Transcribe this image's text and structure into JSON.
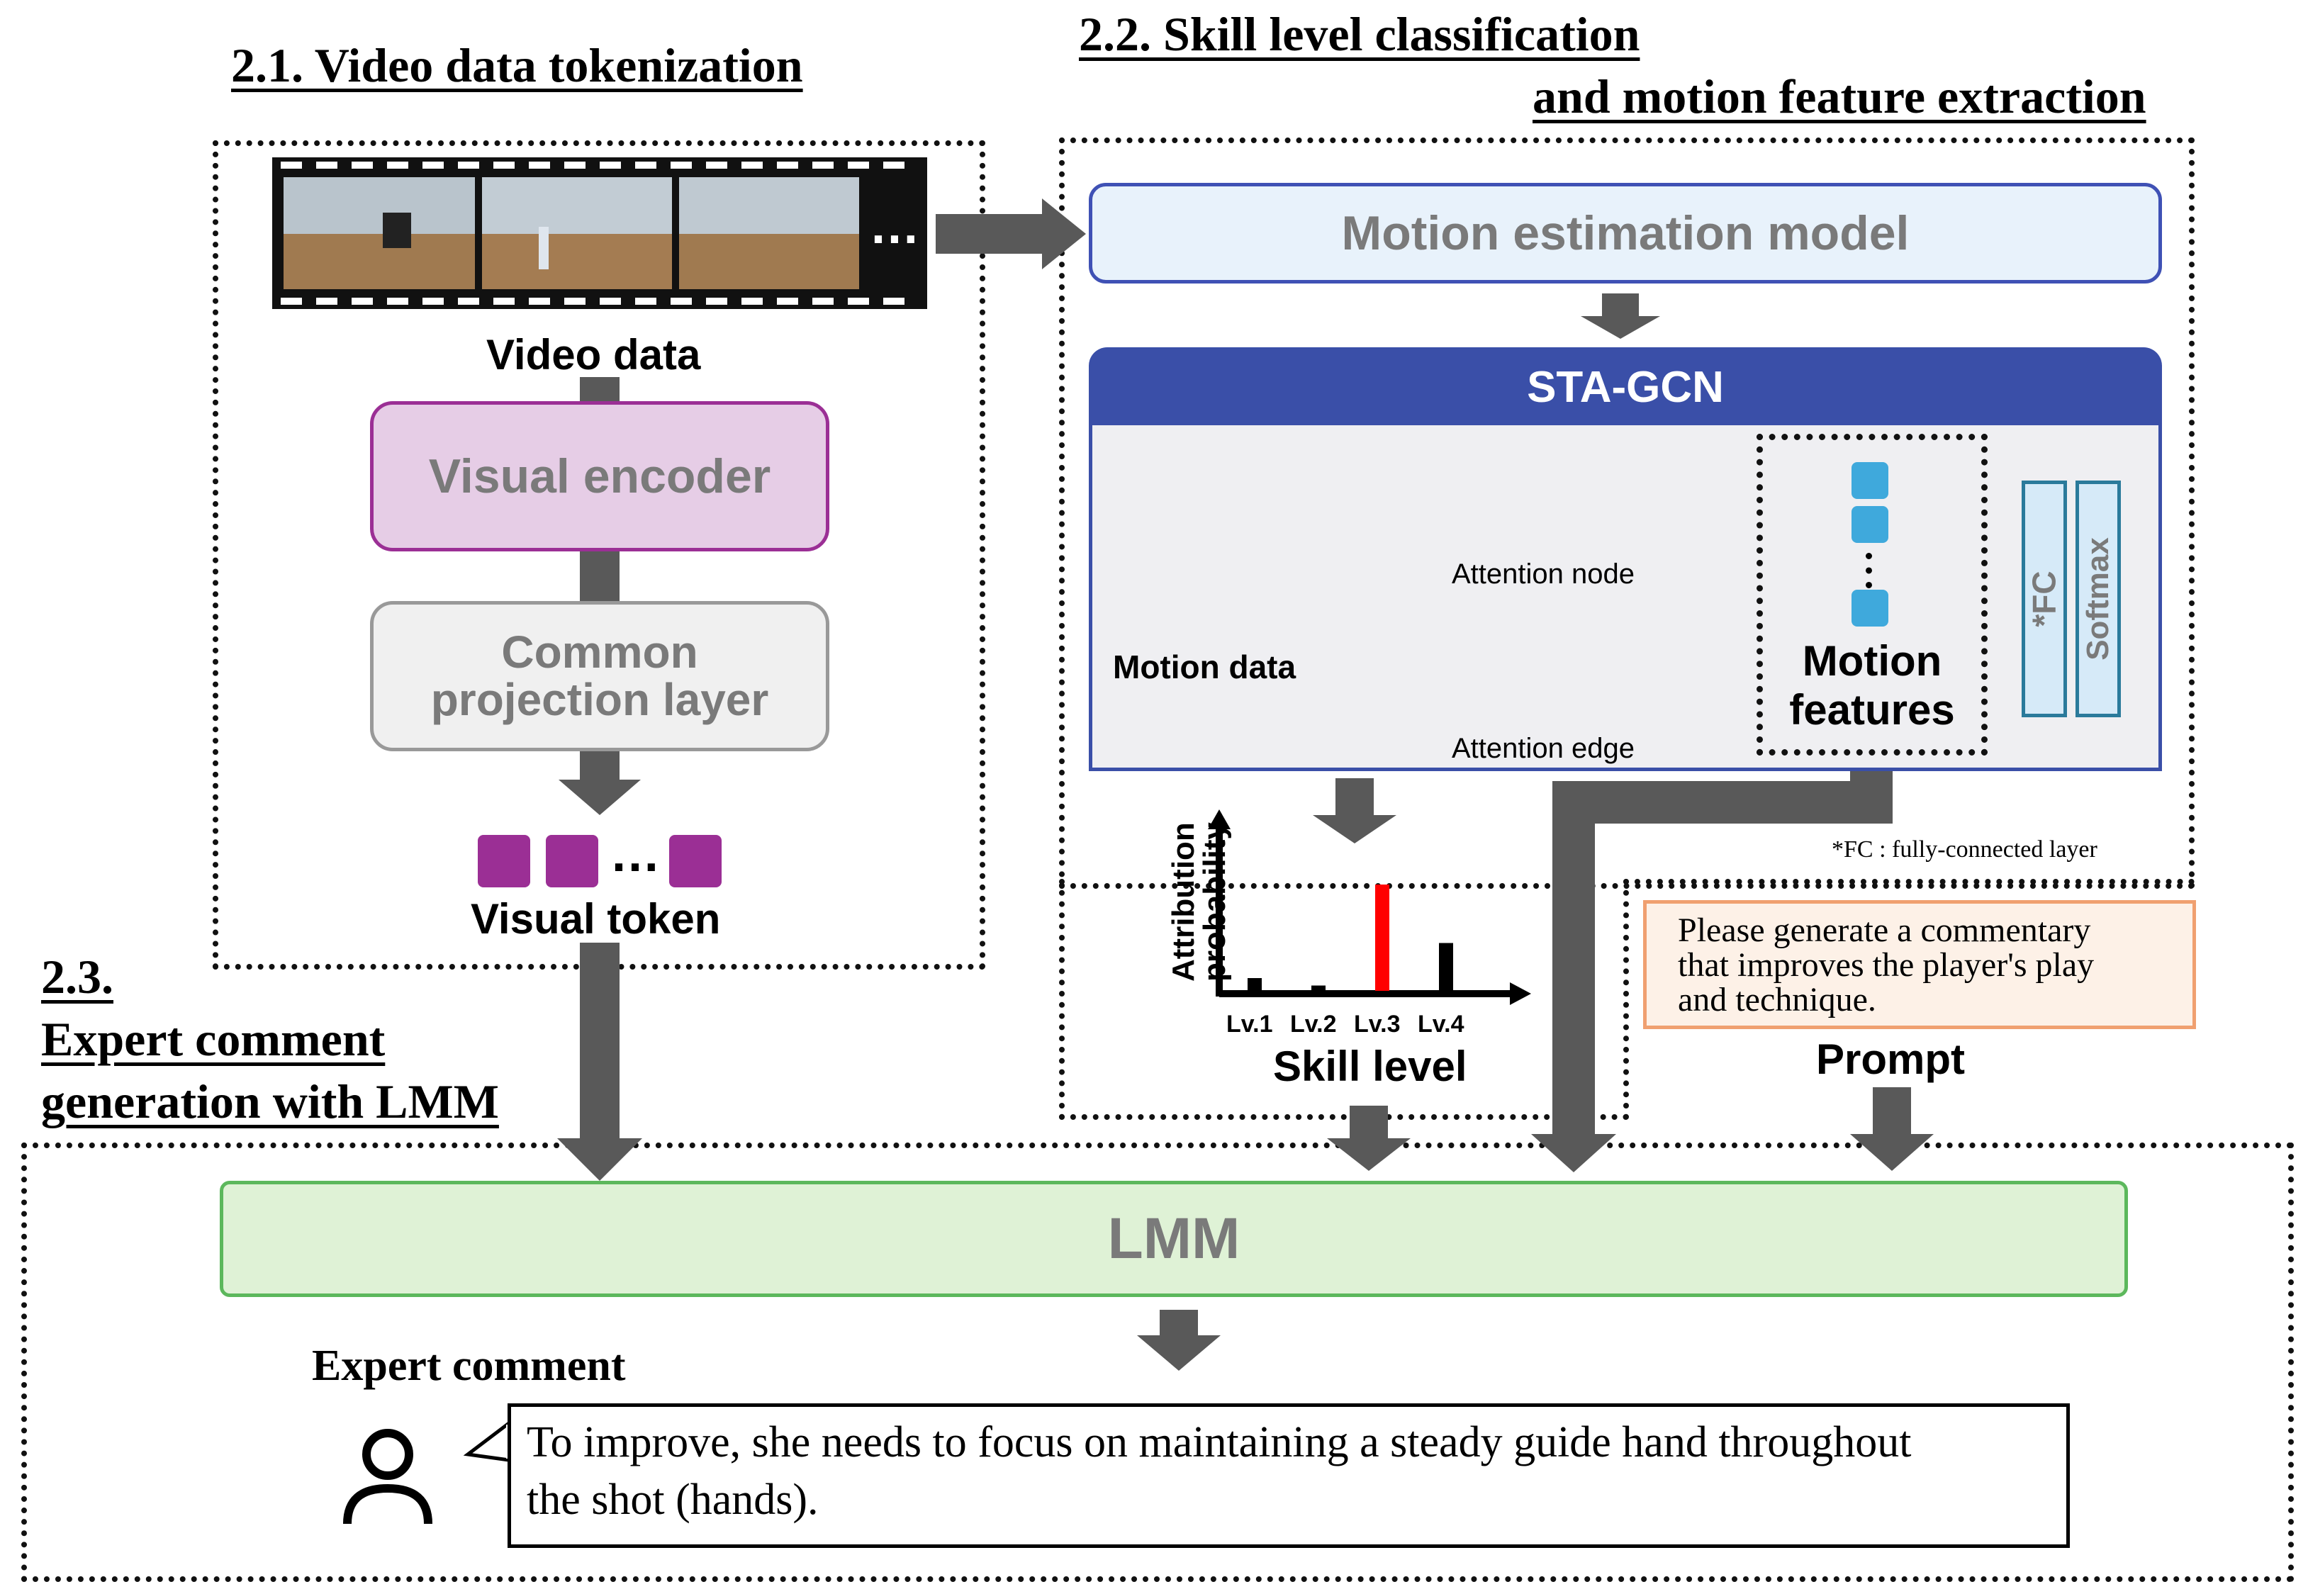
{
  "sections": {
    "s21": "2.1. Video data tokenization",
    "s22_line1": "2.2. Skill level classification",
    "s22_line2": "and motion feature extraction",
    "s23_line1": "2.3.",
    "s23_line2": "Expert comment",
    "s23_line3": "generation with LMM"
  },
  "tokenization": {
    "video_label": "Video data",
    "ellipsis": "…",
    "visual_encoder": "Visual encoder",
    "projection_line1": "Common",
    "projection_line2": "projection layer",
    "token_ellipsis": "…",
    "visual_token_label": "Visual token"
  },
  "classification": {
    "motion_estimation": "Motion estimation model",
    "stagcn_title": "STA-GCN",
    "motion_data": "Motion data",
    "attention_node": "Attention node",
    "attention_edge": "Attention edge",
    "motion_features_line1": "Motion",
    "motion_features_line2": "features",
    "fc_label": "*FC",
    "softmax_label": "Softmax",
    "fc_note": "*FC : fully-connected layer"
  },
  "chart_data": {
    "type": "bar",
    "ylabel_line1": "Attribution",
    "ylabel_line2": "probability",
    "xlabel": "Skill level",
    "categories": [
      "Lv.1",
      "Lv.2",
      "Lv.3",
      "Lv.4"
    ],
    "values": [
      0.12,
      0.05,
      1.0,
      0.45
    ],
    "highlight_index": 2,
    "colors": {
      "bar": "#000000",
      "highlight": "#ff0000"
    }
  },
  "prompt": {
    "text_line1": "Please generate a commentary",
    "text_line2": "that improves the player's play",
    "text_line3": "and technique.",
    "label": "Prompt"
  },
  "generation": {
    "lmm": "LMM",
    "expert_comment_label": "Expert comment",
    "comment_line1": "To improve, she needs to focus on maintaining a steady guide hand throughout",
    "comment_line2": "the shot (hands)."
  },
  "colors": {
    "arrow": "#595959",
    "visual_encoder_fill": "#e6cde6",
    "visual_encoder_border": "#9b2f95",
    "motion_est_fill": "#e8f2fb",
    "motion_est_border": "#3f51b5",
    "stagcn_header": "#3a4fa8",
    "lmm_fill": "#dff2d6",
    "lmm_border": "#5cb85c",
    "fc_fill": "#d6eaf8",
    "fc_border": "#2a7a9b",
    "prompt_fill": "#fdf1e7",
    "prompt_border": "#f0a070",
    "token": "#9b2f95",
    "feature_square": "#3fa9dc"
  }
}
